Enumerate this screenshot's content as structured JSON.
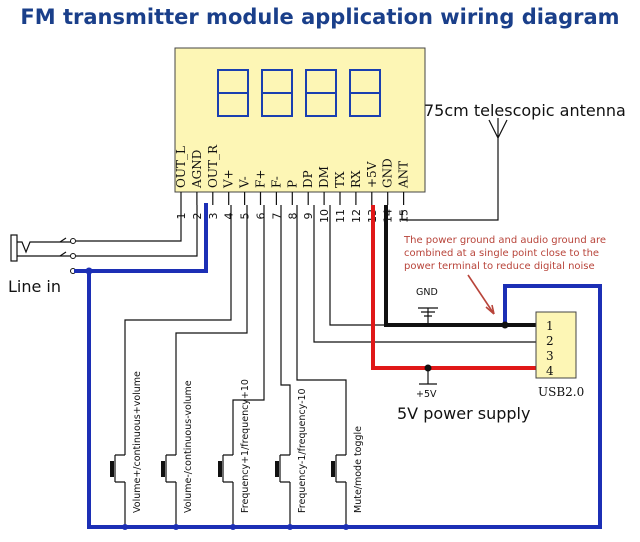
{
  "title": "FM transmitter module application wiring diagram",
  "antenna_label": "75cm telescopic antenna",
  "line_in_label": "Line in",
  "pins": [
    {
      "num": "1",
      "name": "OUT_L"
    },
    {
      "num": "2",
      "name": "AGND"
    },
    {
      "num": "3",
      "name": "OUT_R"
    },
    {
      "num": "4",
      "name": "V+"
    },
    {
      "num": "5",
      "name": "V-"
    },
    {
      "num": "6",
      "name": "F+"
    },
    {
      "num": "7",
      "name": "F-"
    },
    {
      "num": "8",
      "name": "P"
    },
    {
      "num": "9",
      "name": "DP"
    },
    {
      "num": "10",
      "name": "DM"
    },
    {
      "num": "11",
      "name": "TX"
    },
    {
      "num": "12",
      "name": "RX"
    },
    {
      "num": "13",
      "name": "+5V"
    },
    {
      "num": "14",
      "name": "GND"
    },
    {
      "num": "15",
      "name": "ANT"
    }
  ],
  "note": {
    "line1": "The power ground and audio ground are",
    "line2": "combined at a single point close to the",
    "line3": "power terminal to reduce digital noise"
  },
  "gnd_label": "GND",
  "plus5v_label": "+5V",
  "usb": {
    "label": "USB2.0",
    "pins": [
      "1",
      "2",
      "3",
      "4"
    ]
  },
  "power_supply_label": "5V power supply",
  "buttons": [
    "Volume+/continuous+volume",
    "Volume-/continuous-volume",
    "Frequency+1/frequency+10",
    "Frequency-1/frequency-10",
    "Mute/mode toggle"
  ],
  "colors": {
    "title": "#1a3f8a",
    "module_fill": "#fdf6b5",
    "display_digits": "#1a3fb0",
    "wire_blue": "#1c2fb5",
    "wire_red": "#e01818",
    "note_text": "#b8443a"
  },
  "display_digit_count": 4
}
